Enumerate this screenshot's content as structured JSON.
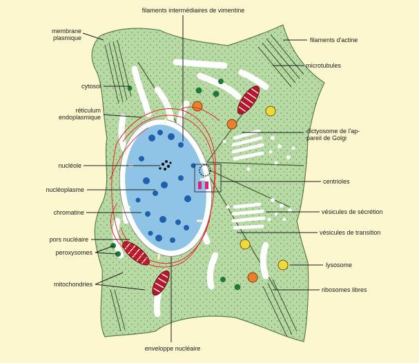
{
  "labels": {
    "filaments_vimentine": "filaments intermédiaires de vimentine",
    "membrane": "membrane\nplasmique",
    "filaments_actine": "filaments d'actine",
    "microtubules": "microtubules",
    "cytosol": "cytosol",
    "reticulum": "réticulum\nendoplasmique",
    "dictyosome": "dictyosome de l'ap-\npareil de Golgi",
    "nucleole": "nucléole",
    "centrioles": "centrioles",
    "nucleoplasme": "nucléoplasme",
    "chromatine": "chromatine",
    "vesicules_secretion": "vésicules de sécrétion",
    "pors": "pors nucléaire",
    "vesicules_transition": "vésicules de transition",
    "peroxysomes": "peroxysomes",
    "lysosome": "lysosome",
    "mitochondries": "mitochondries",
    "ribosomes": "ribosomes libres",
    "enveloppe": "enveloppe nucléaire"
  },
  "colors": {
    "background": "#fdf7cf",
    "cytoplasm": "#b7d9a4",
    "nucleus": "#8fc4e6",
    "chromatin": "#1f5fae",
    "reticulum_red": "#e2262a",
    "mitochondria": "#b5182b",
    "peroxysome": "#1f7a3a",
    "lysosome": "#f2d93a"
  }
}
